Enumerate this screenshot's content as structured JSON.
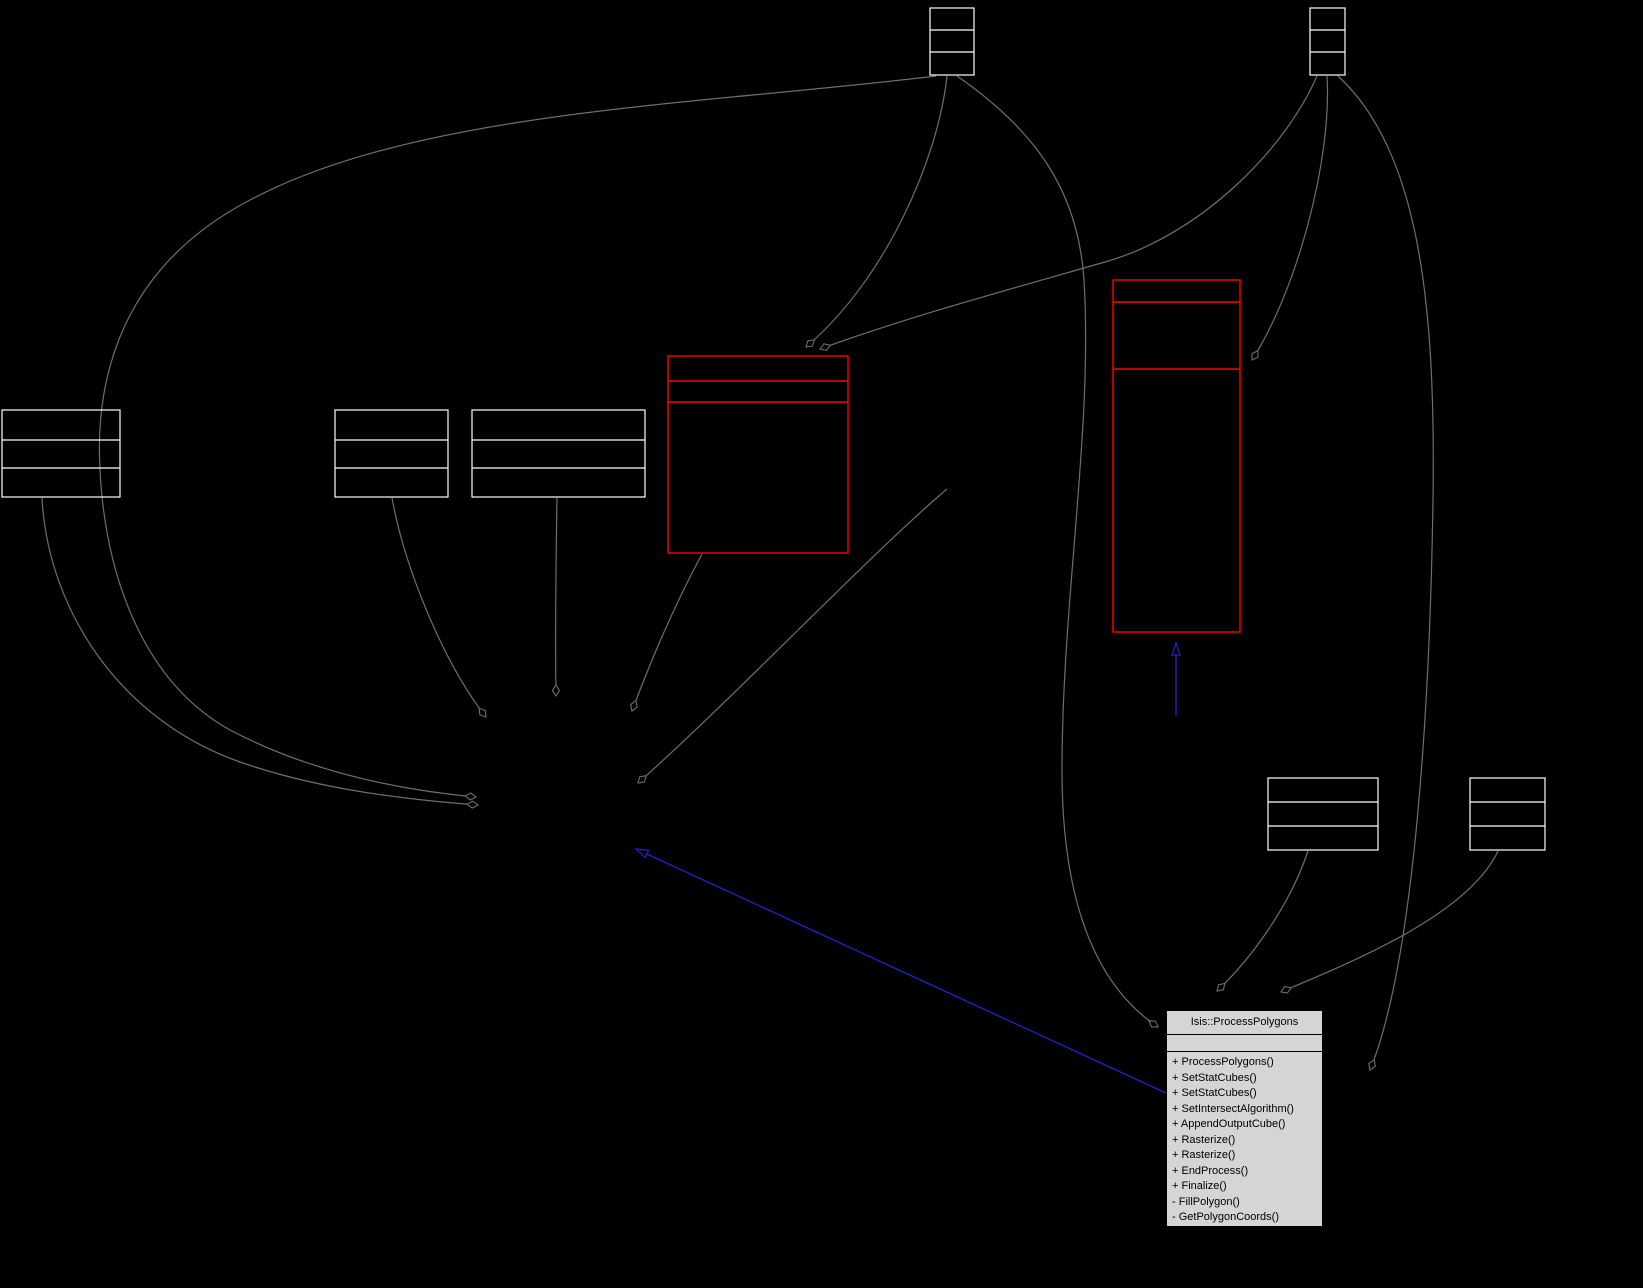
{
  "diagram": {
    "kind": "uml-collaboration-graph",
    "background": "#000000"
  },
  "colors": {
    "edge": "#6e6e6e",
    "inherit": "#2222cc",
    "box-white": "#ffffff",
    "box-red": "#ff0000",
    "main-fill": "#d5d5d5",
    "main-border": "#000000",
    "main-text": "#000000",
    "bg": "#000000"
  },
  "main_class": {
    "title": "Isis::ProcessPolygons",
    "methods": [
      "+ ProcessPolygons()",
      "+ SetStatCubes()",
      "+ SetStatCubes()",
      "+ SetIntersectAlgorithm()",
      "+ AppendOutputCube()",
      "+ Rasterize()",
      "+ Rasterize()",
      "+ EndProcess()",
      "+ Finalize()",
      "- FillPolygon()",
      "- GetPolygonCoords()"
    ]
  }
}
